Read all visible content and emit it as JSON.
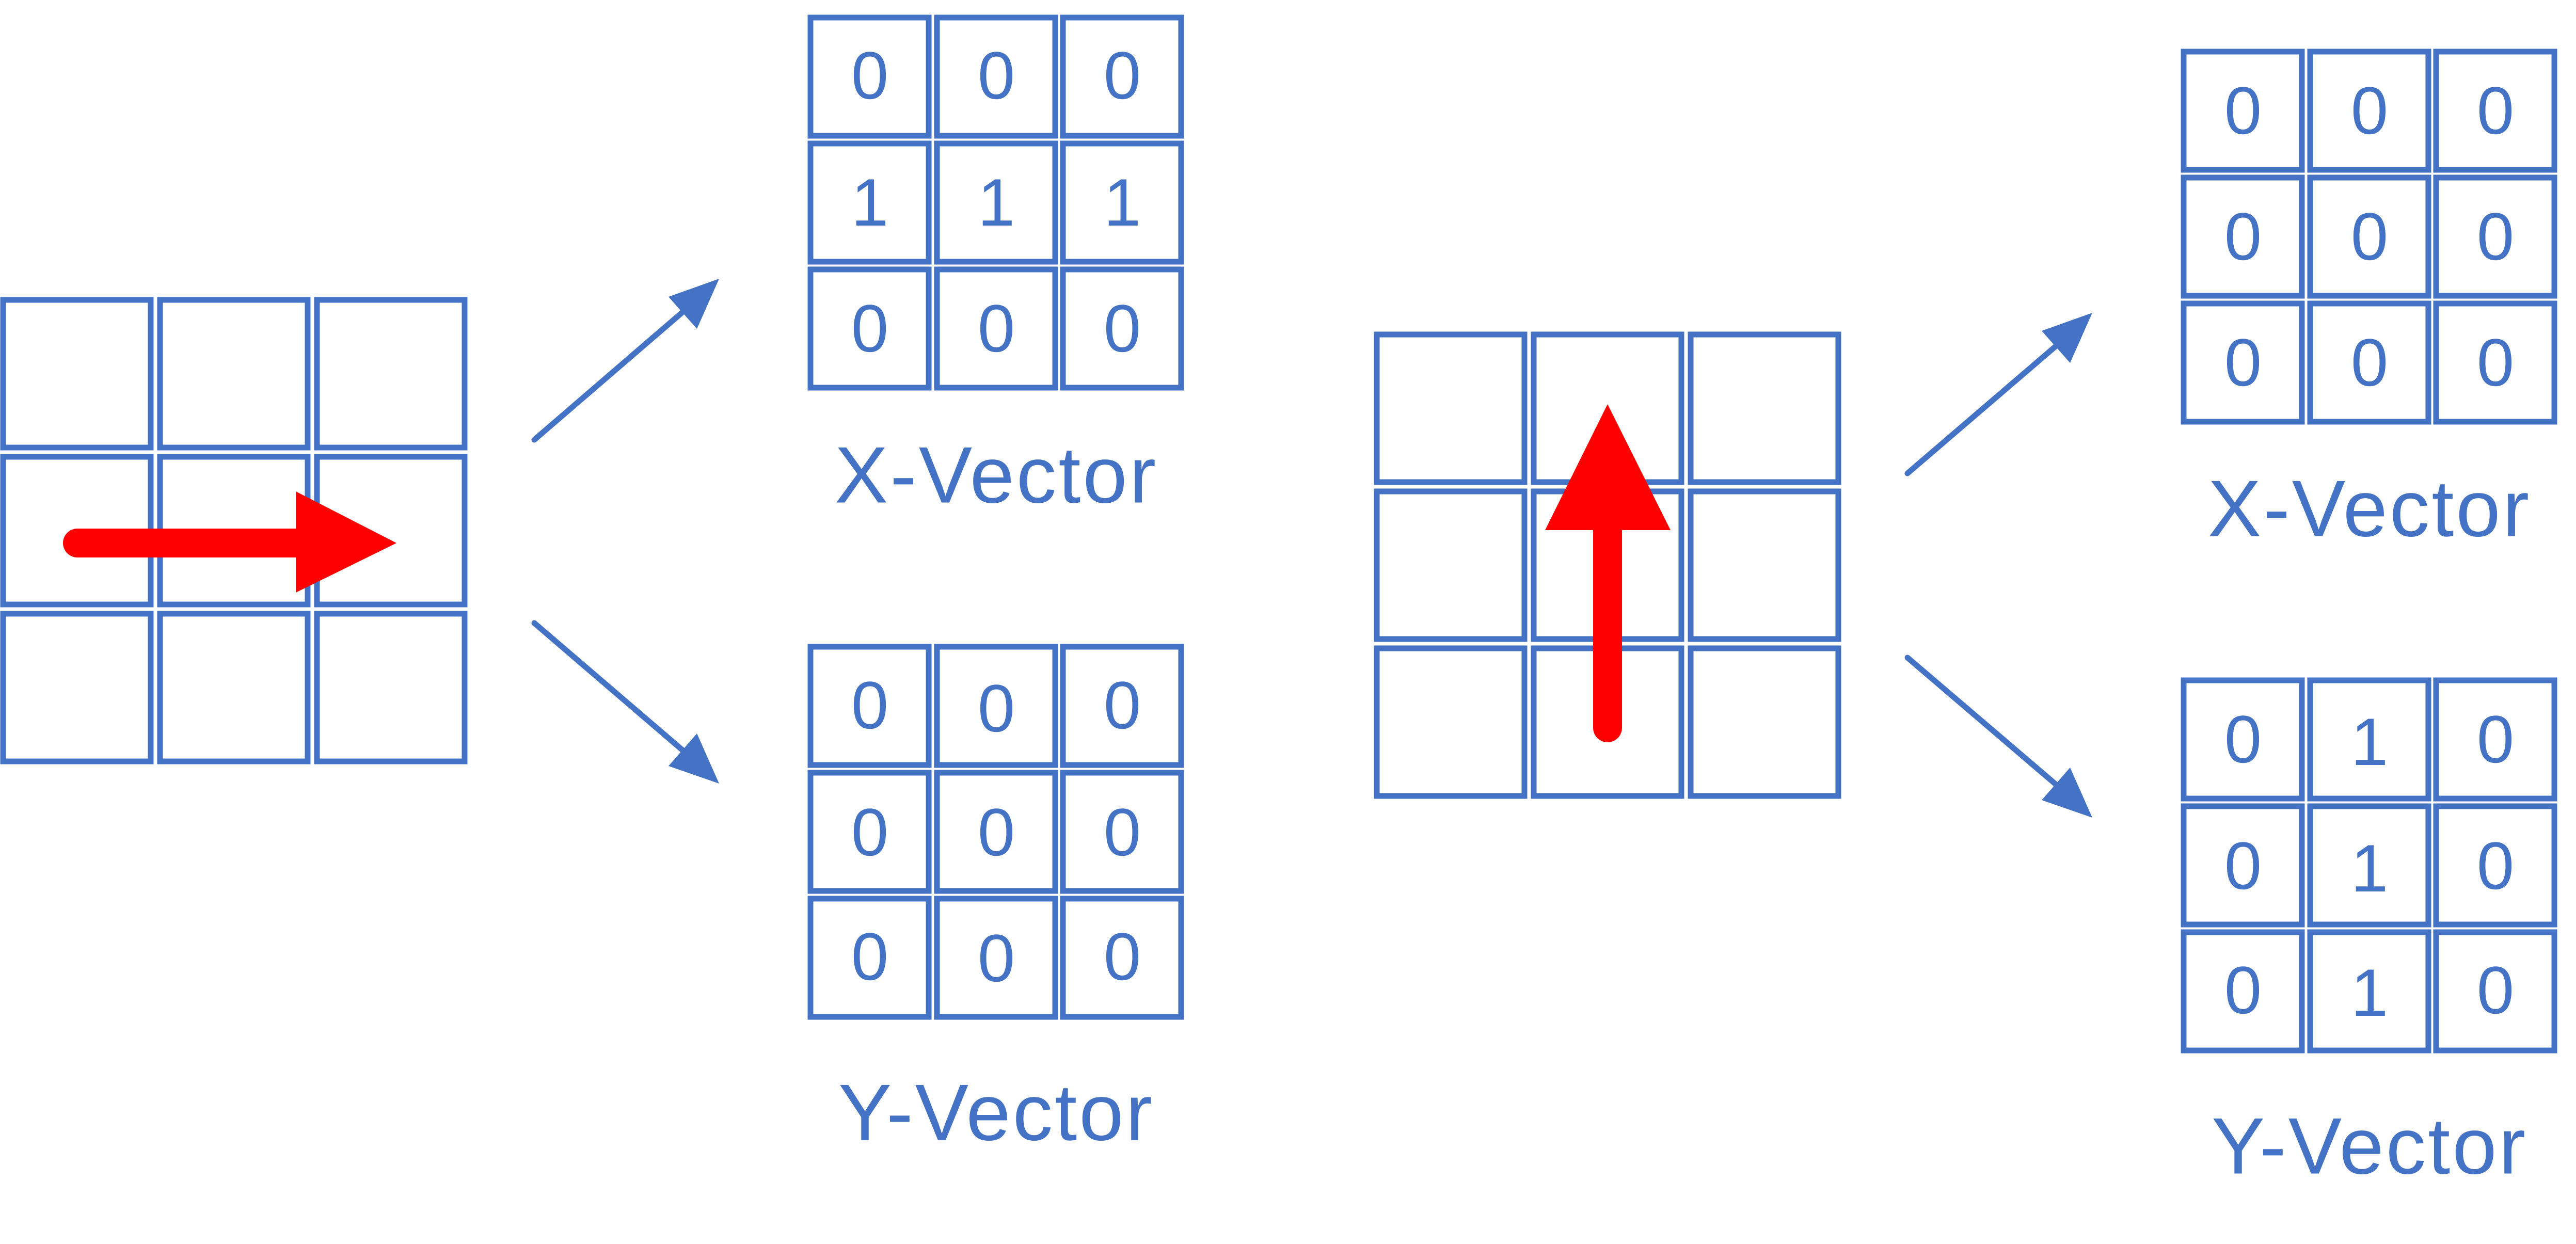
{
  "panels": [
    {
      "direction": "right",
      "input_grid": {
        "rows": 3,
        "cols": 3
      },
      "x_vector": {
        "label": "X-Vector",
        "values": [
          [
            "0",
            "0",
            "0"
          ],
          [
            "1",
            "1",
            "1"
          ],
          [
            "0",
            "0",
            "0"
          ]
        ]
      },
      "y_vector": {
        "label": "Y-Vector",
        "values": [
          [
            "0",
            "0",
            "0"
          ],
          [
            "0",
            "0",
            "0"
          ],
          [
            "0",
            "0",
            "0"
          ]
        ]
      }
    },
    {
      "direction": "up",
      "input_grid": {
        "rows": 3,
        "cols": 3
      },
      "x_vector": {
        "label": "X-Vector",
        "values": [
          [
            "0",
            "0",
            "0"
          ],
          [
            "0",
            "0",
            "0"
          ],
          [
            "0",
            "0",
            "0"
          ]
        ]
      },
      "y_vector": {
        "label": "Y-Vector",
        "values": [
          [
            "0",
            "1",
            "0"
          ],
          [
            "0",
            "1",
            "0"
          ],
          [
            "0",
            "1",
            "0"
          ]
        ]
      }
    }
  ],
  "colors": {
    "grid": "#4472C4",
    "motion_arrow": "#FF0000"
  }
}
